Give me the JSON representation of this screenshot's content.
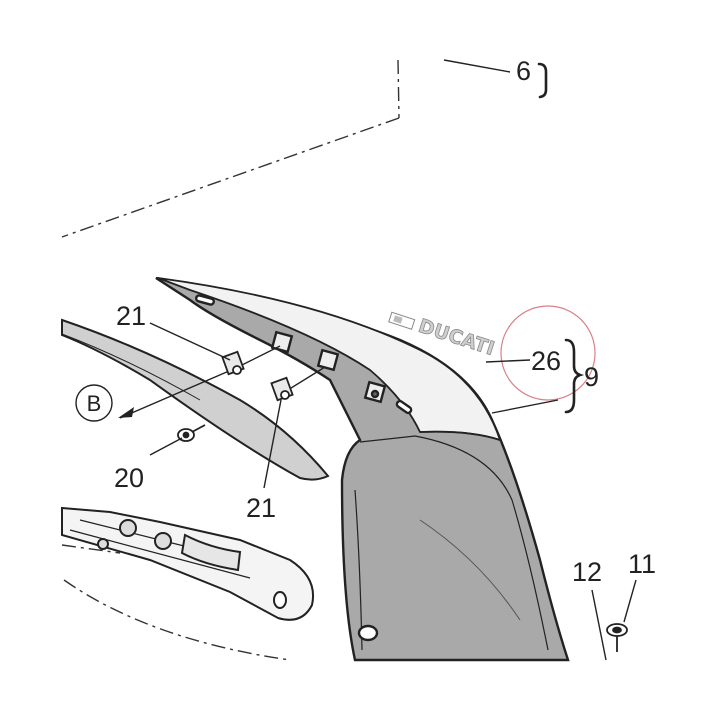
{
  "callouts": {
    "c6": "6",
    "c26": "26",
    "c9": "9",
    "c21a": "21",
    "c21b": "21",
    "c20": "20",
    "c12": "12",
    "c11": "11"
  },
  "view_marker": "B",
  "decal_text": "DUCATI",
  "colors": {
    "line": "#222222",
    "panel_fill": "#a9a9a9",
    "strip_fill": "#c4c4c4",
    "highlight_circle": "#d98088"
  }
}
